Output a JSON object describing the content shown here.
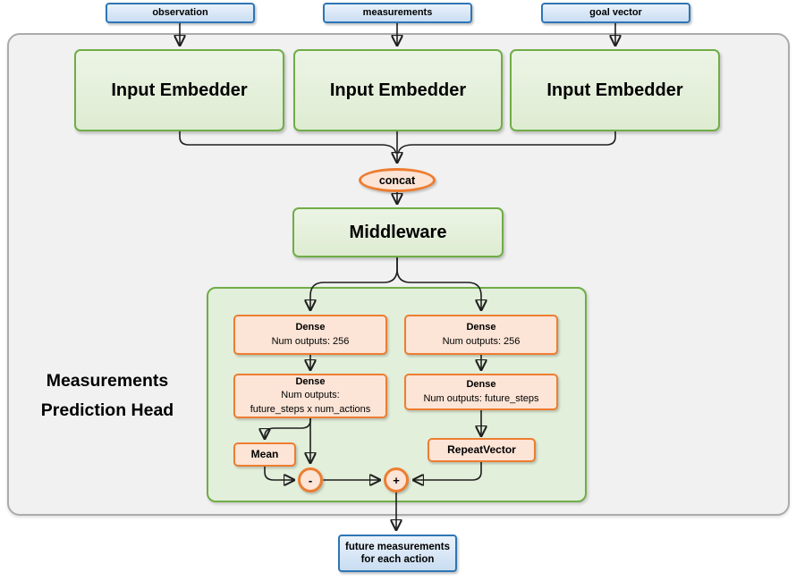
{
  "top_inputs": [
    {
      "label": "observation"
    },
    {
      "label": "measurements"
    },
    {
      "label": "goal vector"
    }
  ],
  "embedders": [
    {
      "label": "Input Embedder"
    },
    {
      "label": "Input Embedder"
    },
    {
      "label": "Input Embedder"
    }
  ],
  "concat_label": "concat",
  "middleware_label": "Middleware",
  "head": {
    "title_line1": "Measurements",
    "title_line2": "Prediction Head",
    "dense_left_1": {
      "title": "Dense",
      "line2": "Num outputs: 256"
    },
    "dense_left_2": {
      "title": "Dense",
      "line2": "Num outputs:",
      "line3": "future_steps x num_actions"
    },
    "dense_right_1": {
      "title": "Dense",
      "line2": "Num outputs: 256"
    },
    "dense_right_2": {
      "title": "Dense",
      "line2": "Num outputs: future_steps"
    },
    "mean_label": "Mean",
    "repeat_label": "RepeatVector",
    "minus_label": "-",
    "plus_label": "+"
  },
  "output_box": {
    "line1": "future measurements",
    "line2": "for each action"
  },
  "colors": {
    "green_border": "#70AD47",
    "green_fill": "#E2EFDA",
    "orange_border": "#ED7D31",
    "orange_fill": "#FCE4D6",
    "blue_border": "#2E75B6",
    "blue_fill": "#CFE2F3",
    "gray_fill": "#F1F1F1",
    "gray_border": "#ABABAB",
    "wire": "#1F1F1F"
  }
}
